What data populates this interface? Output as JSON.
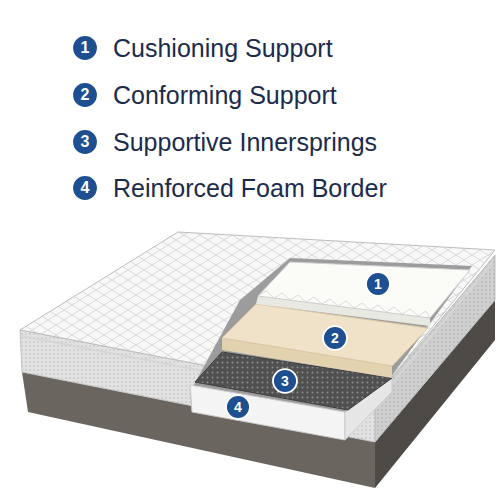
{
  "diagram": {
    "nodes": [
      {
        "text": [
          "1"
        ]
      },
      {
        "text": [
          "2"
        ]
      },
      {
        "text": [
          "3"
        ]
      },
      {
        "text": [
          "4"
        ]
      },
      {
        "text": [
          "1"
        ]
      },
      {
        "text": [
          "2"
        ]
      },
      {
        "text": [
          "3"
        ]
      },
      {
        "text": [
          "4"
        ]
      }
    ],
    "labels": [
      "Cushioning Support",
      "Conforming Support",
      "Supportive Innersprings",
      "Reinforced Foam Border"
    ]
  }
}
